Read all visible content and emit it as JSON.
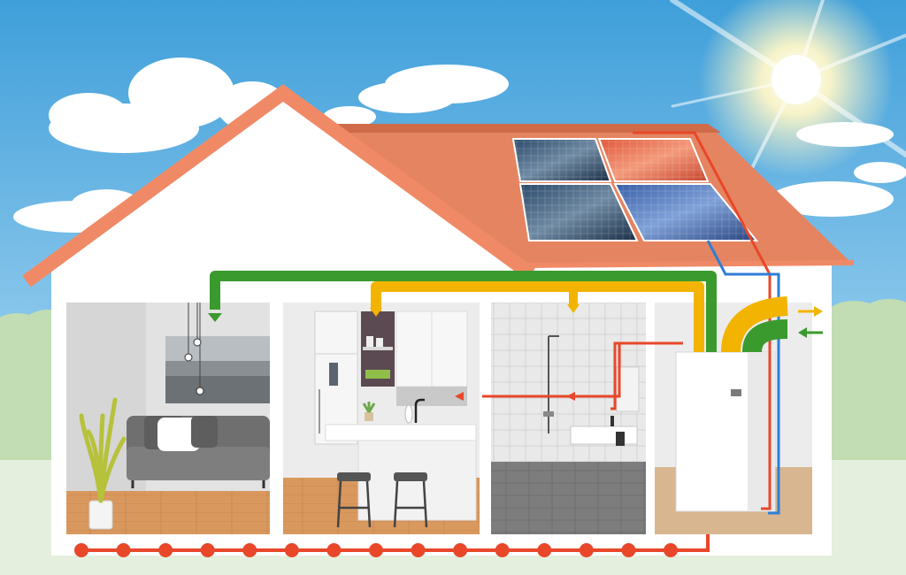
{
  "colors": {
    "sky_top": "#4fa8dd",
    "sky_bottom": "#cfe9f7",
    "roof": "#e07a58",
    "roof_edge": "#f08a66",
    "wall": "#ffffff",
    "ventilation_supply": "#3a9a2e",
    "ventilation_extract": "#f2b400",
    "heating_flow": "#e8472a",
    "solar_cold_line": "#2f7ed8",
    "solar_panel": "#1d3a5c",
    "sun": "#fff6c8",
    "floor_wood": "#d99b62",
    "floor_tile": "#8a8a8a",
    "hedge": "#b7d3a8"
  },
  "icons": {
    "sun": "sun-icon",
    "solar_panels": "solar-panel-icon",
    "heat_pump": "heat-pump-unit-icon",
    "floor_heating": "underfloor-heating-pipe-icon",
    "sofa": "sofa-icon",
    "plant": "plant-icon",
    "shower": "shower-icon",
    "sink": "sink-icon",
    "fridge": "fridge-icon",
    "bar_stool": "bar-stool-icon",
    "air_duct": "air-duct-icon"
  },
  "rooms": [
    "living-room",
    "kitchen",
    "bathroom",
    "technical-room"
  ],
  "floor_heating_node_count": 15
}
